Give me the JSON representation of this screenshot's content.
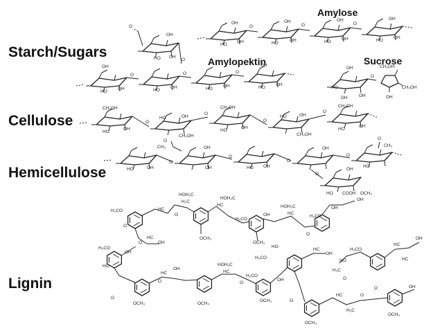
{
  "labels": {
    "starch": "Starch/Sugars",
    "cellulose": "Cellulose",
    "hemicellulose": "Hemicellulose",
    "lignin": "Lignin",
    "amylose": "Amylose",
    "amylopektin": "Amylopektin",
    "sucrose": "Sucrose"
  },
  "atoms": {
    "oh": "OH",
    "ho": "HO",
    "o": "O",
    "ch2oh": "CH₂OH",
    "och3": "OCH₃",
    "h3co": "H₃CO",
    "hoh2c": "HOH₂C",
    "h2c": "H₂C",
    "ch": "HC",
    "cooh": "COOH",
    "ch3": "CH₃"
  },
  "colors": {
    "ink": "#222222",
    "text": "#111111",
    "background": "#ffffff"
  }
}
